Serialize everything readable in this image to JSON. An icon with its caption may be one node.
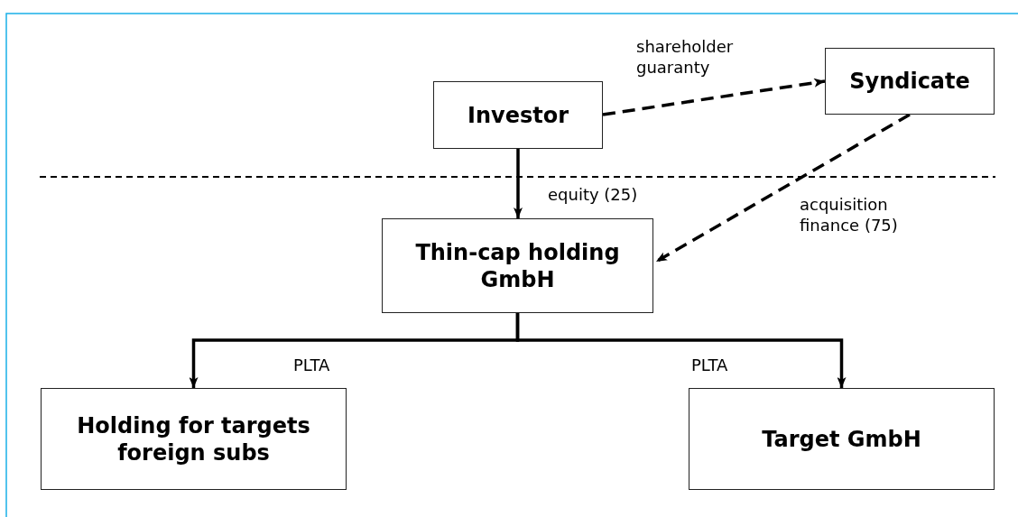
{
  "diagram": {
    "nodes": [
      {
        "text": [
          "Investor"
        ]
      },
      {
        "text": [
          "Syndicate"
        ]
      },
      {
        "text": [
          "Thin-cap holding GmbH"
        ]
      },
      {
        "text": [
          "Holding for targets foreign subs"
        ]
      },
      {
        "text": [
          "Target GmbH"
        ]
      }
    ],
    "edges": [
      {
        "from": 0,
        "to": 1,
        "arrow": "to",
        "label": "shareholder guaranty",
        "style": "dashed"
      },
      {
        "from": 0,
        "to": 2,
        "arrow": "to",
        "label": "equity (25)"
      },
      {
        "from": 1,
        "to": 2,
        "arrow": "to",
        "label": "acquisition finance (75)",
        "style": "dashed"
      },
      {
        "from": 2,
        "to": 3,
        "arrow": "to",
        "label": "PLTA"
      },
      {
        "from": 2,
        "to": 4,
        "arrow": "to",
        "label": "PLTA"
      }
    ]
  }
}
